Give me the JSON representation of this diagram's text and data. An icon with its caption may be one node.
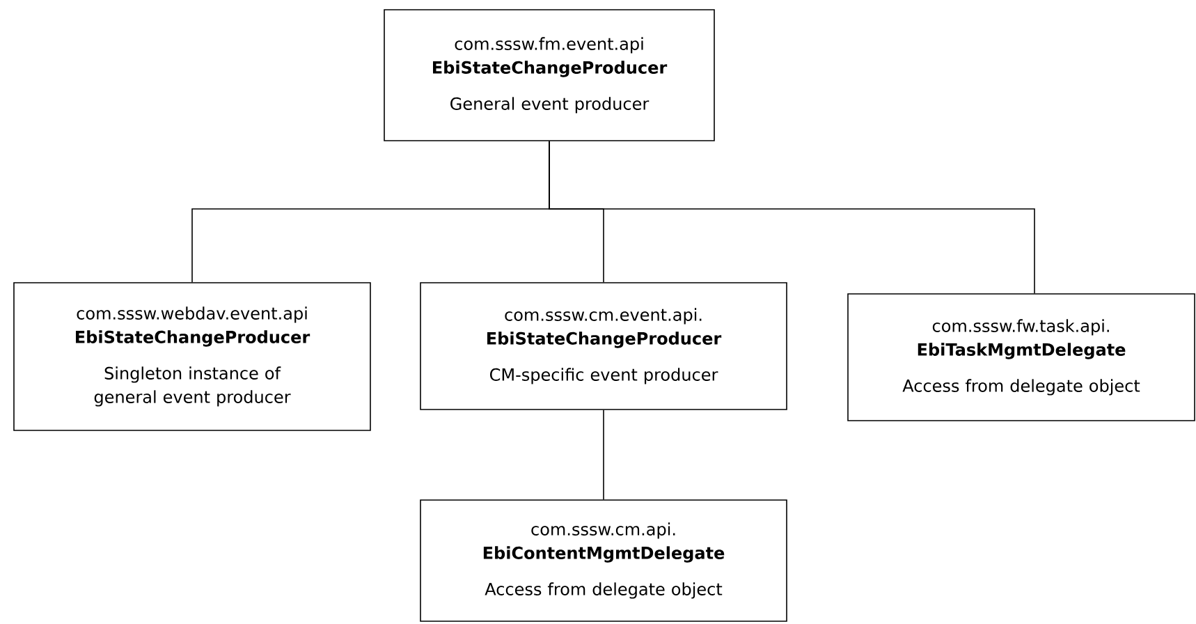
{
  "diagram": {
    "nodes": [
      {
        "text": [
          "com.sssw.fm.event.api",
          "EbiStateChangeProducer",
          "General event producer"
        ]
      },
      {
        "text": [
          "com.sssw.webdav.event.api",
          "EbiStateChangeProducer",
          "Singleton instance of general event producer"
        ]
      },
      {
        "text": [
          "com.sssw.cm.event.api.",
          "EbiStateChangeProducer",
          "CM-specific event producer"
        ]
      },
      {
        "text": [
          "com.sssw.fw.task.api.",
          "EbiTaskMgmtDelegate",
          "Access from delegate object"
        ]
      },
      {
        "text": [
          "com.sssw.cm.api.",
          "EbiContentMgmtDelegate",
          "Access from delegate object"
        ]
      }
    ],
    "edges": [
      {
        "from": 0,
        "to": 1,
        "arrow": "none"
      },
      {
        "from": 0,
        "to": 2,
        "arrow": "none"
      },
      {
        "from": 0,
        "to": 3,
        "arrow": "none"
      },
      {
        "from": 2,
        "to": 4,
        "arrow": "none"
      }
    ]
  }
}
